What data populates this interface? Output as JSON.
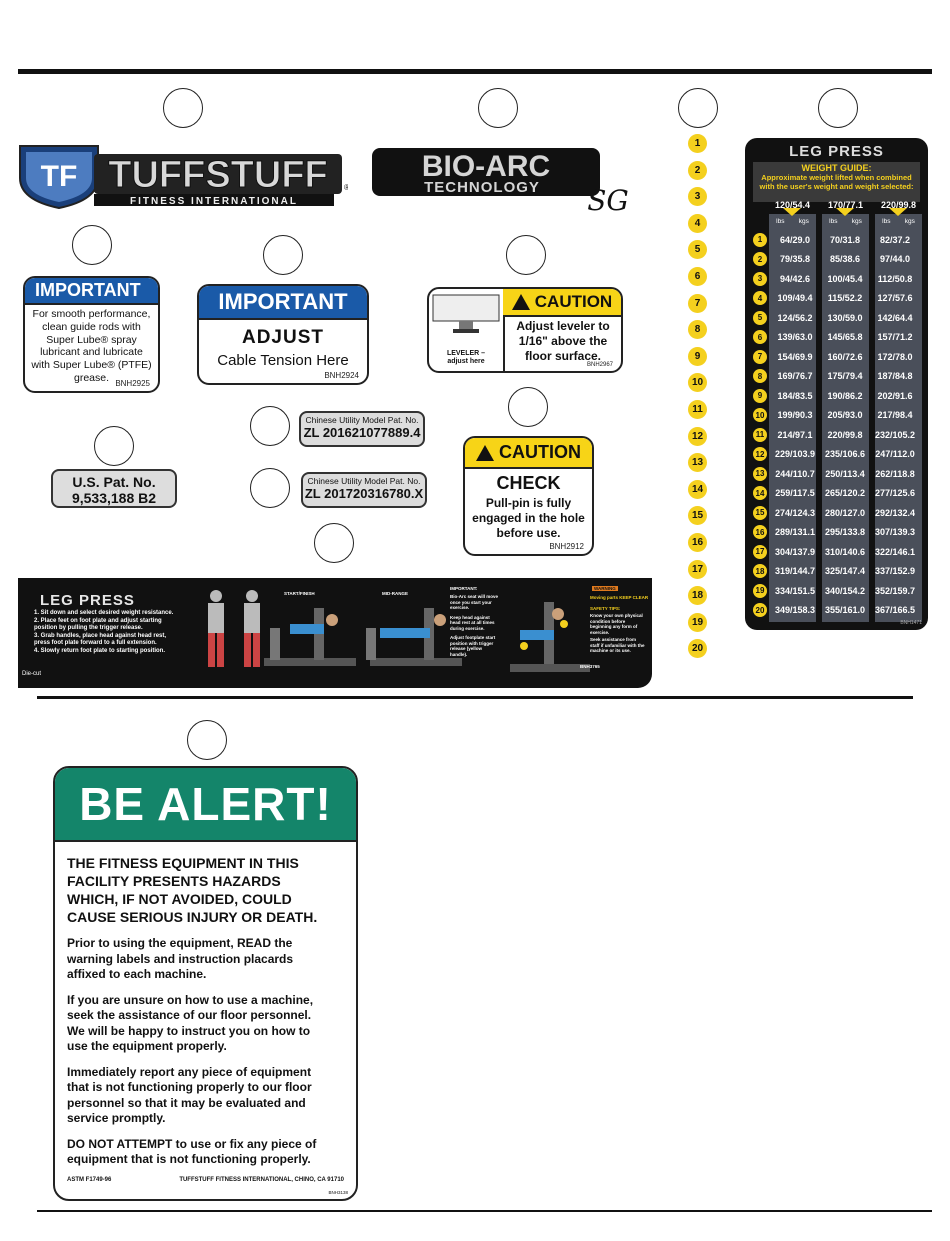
{
  "tuffstuff": {
    "initials": "TF",
    "name": "TUFFSTUFF",
    "tagline": "FITNESS INTERNATIONAL",
    "reg": "®"
  },
  "bioarc": {
    "line1": "BIO-ARC",
    "line2": "TECHNOLOGY",
    "script": "SG"
  },
  "important_lube": {
    "header": "IMPORTANT",
    "lines": [
      "For smooth performance,",
      "clean guide rods with",
      "Super Lube® spray",
      "lubricant and lubricate",
      "with Super Lube® (PTFE)",
      "grease."
    ],
    "code": "BNH2925"
  },
  "important_adjust": {
    "header": "IMPORTANT",
    "title": "ADJUST",
    "text": "Cable Tension Here",
    "code": "BNH2924"
  },
  "caution_leveler": {
    "header": "CAUTION",
    "caption_l1": "LEVELER –",
    "caption_l2": "adjust here",
    "lines": [
      "Adjust leveler to",
      "1/16\" above the",
      "floor surface."
    ],
    "code": "BNH2967"
  },
  "us_patent": {
    "line1": "U.S. Pat. No.",
    "line2": "9,533,188 B2"
  },
  "cn_patent1": {
    "line1": "Chinese Utility Model Pat. No.",
    "line2": "ZL 201621077889.4"
  },
  "cn_patent2": {
    "line1": "Chinese Utility Model Pat. No.",
    "line2": "ZL 201720316780.X"
  },
  "caution_check": {
    "header": "CAUTION",
    "title": "CHECK",
    "lines": [
      "Pull-pin is fully",
      "engaged in the hole",
      "before use."
    ],
    "code": "BNH2912"
  },
  "numbers": [
    "1",
    "2",
    "3",
    "4",
    "5",
    "6",
    "7",
    "8",
    "9",
    "10",
    "11",
    "12",
    "13",
    "14",
    "15",
    "16",
    "17",
    "18",
    "19",
    "20"
  ],
  "leg_press_card": {
    "title": "LEG PRESS",
    "guide_title": "WEIGHT GUIDE:",
    "guide_l1": "Approximate weight lifted when combined",
    "guide_l2": "with the user's weight and weight selected:",
    "columns": [
      "120/54.4",
      "170/77.1",
      "220/99.8"
    ],
    "unit_lbs": "lbs",
    "unit_kgs": "kgs",
    "rows": [
      [
        "1",
        "64/29.0",
        "70/31.8",
        "82/37.2"
      ],
      [
        "2",
        "79/35.8",
        "85/38.6",
        "97/44.0"
      ],
      [
        "3",
        "94/42.6",
        "100/45.4",
        "112/50.8"
      ],
      [
        "4",
        "109/49.4",
        "115/52.2",
        "127/57.6"
      ],
      [
        "5",
        "124/56.2",
        "130/59.0",
        "142/64.4"
      ],
      [
        "6",
        "139/63.0",
        "145/65.8",
        "157/71.2"
      ],
      [
        "7",
        "154/69.9",
        "160/72.6",
        "172/78.0"
      ],
      [
        "8",
        "169/76.7",
        "175/79.4",
        "187/84.8"
      ],
      [
        "9",
        "184/83.5",
        "190/86.2",
        "202/91.6"
      ],
      [
        "10",
        "199/90.3",
        "205/93.0",
        "217/98.4"
      ],
      [
        "11",
        "214/97.1",
        "220/99.8",
        "232/105.2"
      ],
      [
        "12",
        "229/103.9",
        "235/106.6",
        "247/112.0"
      ],
      [
        "13",
        "244/110.7",
        "250/113.4",
        "262/118.8"
      ],
      [
        "14",
        "259/117.5",
        "265/120.2",
        "277/125.6"
      ],
      [
        "15",
        "274/124.3",
        "280/127.0",
        "292/132.4"
      ],
      [
        "16",
        "289/131.1",
        "295/133.8",
        "307/139.3"
      ],
      [
        "17",
        "304/137.9",
        "310/140.6",
        "322/146.1"
      ],
      [
        "18",
        "319/144.7",
        "325/147.4",
        "337/152.9"
      ],
      [
        "19",
        "334/151.5",
        "340/154.2",
        "352/159.7"
      ],
      [
        "20",
        "349/158.3",
        "355/161.0",
        "367/166.5"
      ]
    ],
    "code": "BNH1471"
  },
  "leg_press_strip": {
    "title": "LEG PRESS",
    "steps": [
      "1.  Sit down and select desired weight resistance.",
      "2.  Place feet on foot plate and adjust starting",
      "     position by pulling the trigger release.",
      "3.  Grab handles, place head against head rest,",
      "     press foot plate forward to a full extension.",
      "4.  Slowly return foot plate to starting position."
    ],
    "start_label": "START/FINISH",
    "mid_label": "MID-RANGE",
    "important_title": "IMPORTANT:",
    "important_items": [
      "Bio-Arc seat will move once you start your exercise.",
      "Keep head against head rest at all times during exercise.",
      "Adjust footplate start position with trigger release (yellow handle)."
    ],
    "warning_title": "WARNING",
    "warning_text": "Moving parts KEEP CLEAR",
    "safety_title": "SAFETY TIPS:",
    "safety_items": [
      "Know your own physical condition before beginning any form of exercise.",
      "Seek assistance from staff if unfamiliar with the machine or its use."
    ],
    "code": "BNH3765",
    "diecut": "Die-cut"
  },
  "be_alert": {
    "header": "BE ALERT!",
    "warning": [
      "THE FITNESS EQUIPMENT IN THIS",
      "FACILITY PRESENTS HAZARDS",
      "WHICH, IF NOT AVOIDED, COULD",
      "CAUSE SERIOUS INJURY OR DEATH."
    ],
    "p1": [
      "Prior to using the equipment, READ the",
      "warning labels and instruction placards",
      "affixed to each machine."
    ],
    "p2": [
      "If you are unsure on how to use a machine,",
      "seek the assistance of our floor personnel.",
      "We will be happy to instruct you on how to",
      "use the equipment properly."
    ],
    "p3": [
      "Immediately report any piece of equipment",
      "that is not functioning properly to our floor",
      "personnel so that it may be evaluated and",
      "service promptly."
    ],
    "p4": [
      "DO NOT ATTEMPT to use or fix any piece of",
      "equipment that is not functioning properly."
    ],
    "astm": "ASTM F1749-96",
    "company": "TUFFSTUFF FITNESS INTERNATIONAL, CHINO, CA 91710",
    "code": "BNH3138"
  },
  "colors": {
    "blue": "#1a5aa8",
    "yellow": "#f4d01e",
    "green": "#14856a",
    "dark": "#111111"
  }
}
